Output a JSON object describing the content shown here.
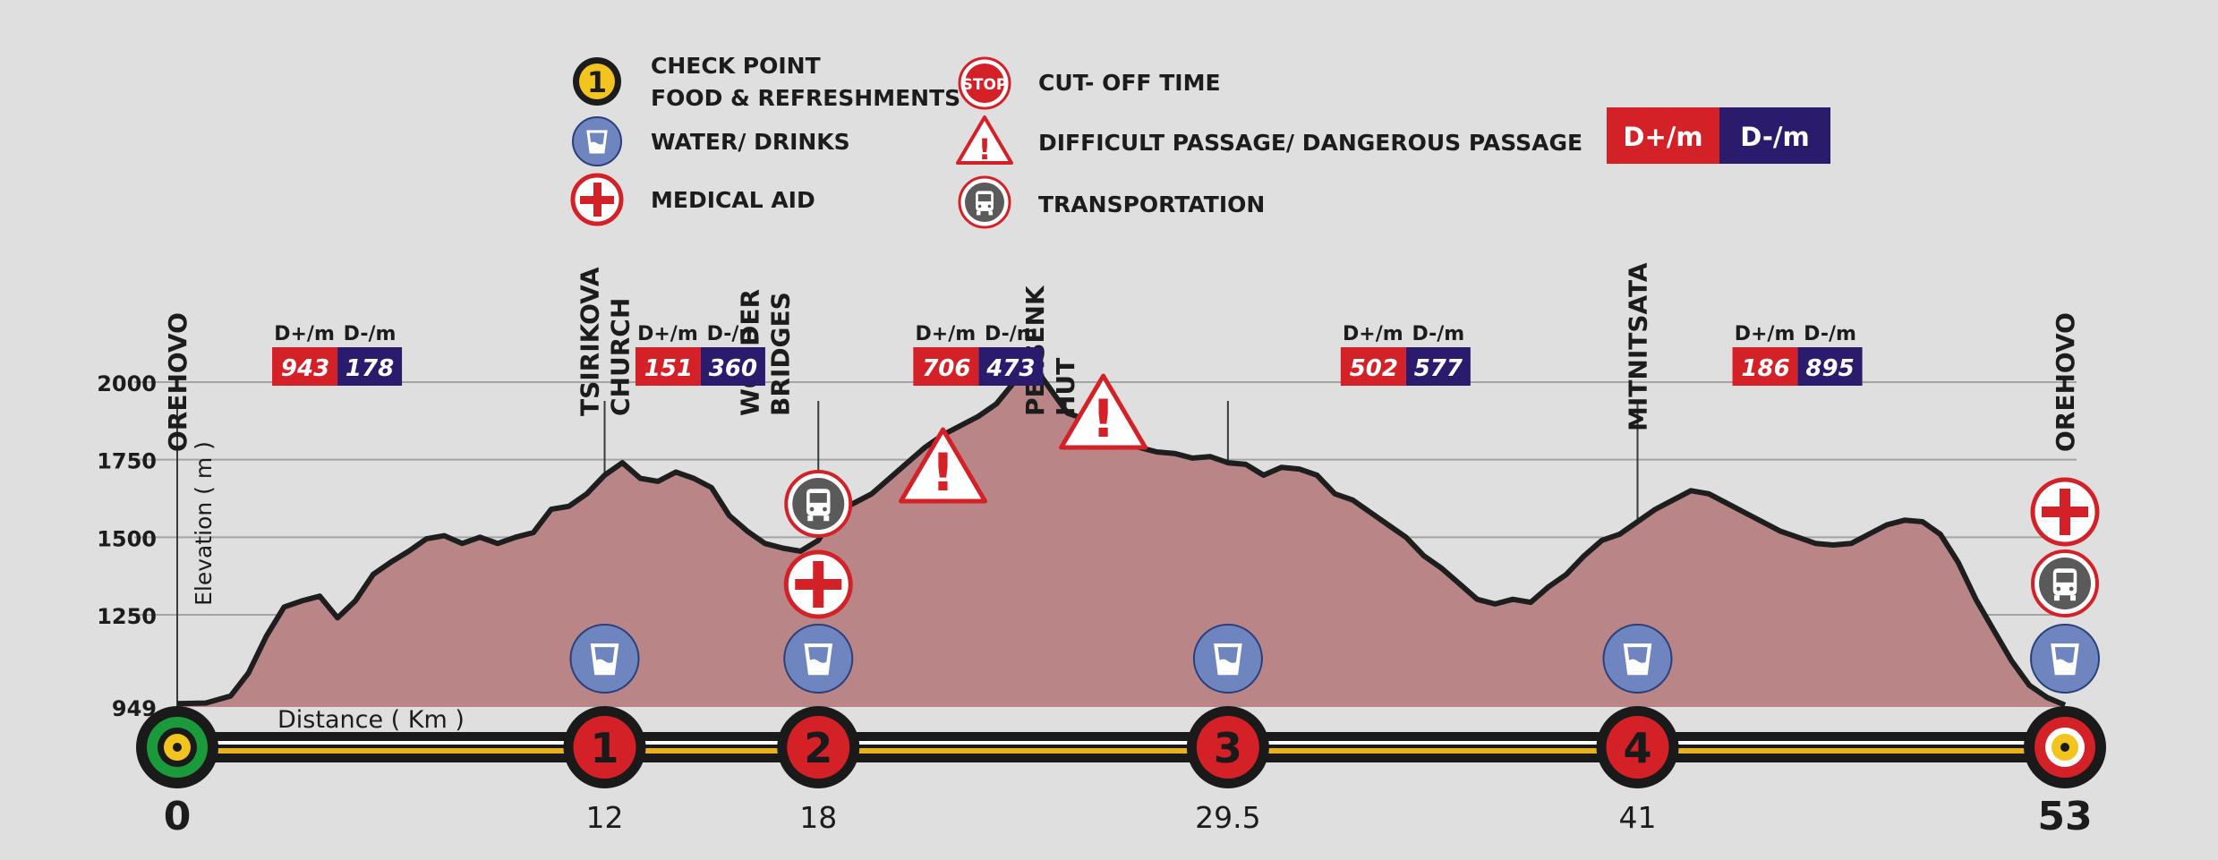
{
  "legend": {
    "items": [
      {
        "icon": "checkpoint-icon",
        "glyph": "1",
        "lines": [
          "CHECK POINT",
          "FOOD & REFRESHMENTS"
        ]
      },
      {
        "icon": "water-cup-icon",
        "lines": [
          "WATER/ DRINKS"
        ]
      },
      {
        "icon": "medical-cross-icon",
        "lines": [
          "MEDICAL AID"
        ]
      },
      {
        "icon": "stop-sign-icon",
        "glyph": "STOP",
        "lines": [
          "CUT- OFF TIME"
        ]
      },
      {
        "icon": "warning-triangle-icon",
        "glyph": "!",
        "lines": [
          "DIFFICULT PASSAGE/ DANGEROUS PASSAGE"
        ]
      },
      {
        "icon": "bus-icon",
        "lines": [
          "TRANSPORTATION"
        ]
      }
    ],
    "dplus_label": "D+/m",
    "dminus_label": "D-/m"
  },
  "colors": {
    "background": "#dfdfdf",
    "fill": "#b98587",
    "profile_line": "#1e1e1e",
    "dplus": "#d42027",
    "dminus": "#2a1b6c",
    "water": "#6f85bf",
    "checkpoint_yellow": "#f2c41d",
    "start_green": "#1a9a3a",
    "track_yellow": "#e9b21c",
    "grid": "#a4a4a4"
  },
  "chart_data": {
    "type": "area",
    "title": "",
    "xlabel": "Distance ( Km )",
    "ylabel": "Elevation ( m )",
    "xlim": [
      0,
      53
    ],
    "ylim": [
      949,
      2150
    ],
    "y_ticks": [
      949,
      1250,
      1500,
      1750,
      2000
    ],
    "grid": true,
    "x": [
      0,
      0.8,
      1.5,
      2.0,
      2.5,
      3.0,
      3.5,
      4.0,
      4.5,
      5.0,
      5.5,
      6.0,
      6.5,
      7.0,
      7.5,
      8.0,
      8.5,
      9.0,
      9.5,
      10.0,
      10.5,
      11.0,
      11.5,
      12.0,
      12.5,
      13.0,
      13.5,
      14.0,
      14.5,
      15.0,
      15.5,
      16.0,
      16.5,
      17.0,
      17.5,
      18.0,
      18.5,
      19.0,
      19.5,
      20.0,
      20.5,
      21.0,
      21.5,
      22.0,
      22.5,
      23.0,
      23.5,
      24.0,
      24.5,
      25.0,
      25.5,
      26.0,
      26.5,
      27.0,
      27.5,
      28.0,
      28.5,
      29.0,
      29.5,
      30.0,
      30.5,
      31.0,
      31.5,
      32.0,
      32.5,
      33.0,
      33.5,
      34.0,
      34.5,
      35.0,
      35.5,
      36.0,
      36.5,
      37.0,
      37.5,
      38.0,
      38.5,
      39.0,
      39.5,
      40.0,
      40.5,
      41.0,
      41.5,
      42.0,
      42.5,
      43.0,
      43.5,
      44.0,
      44.5,
      45.0,
      45.5,
      46.0,
      46.5,
      47.0,
      47.5,
      48.0,
      48.5,
      49.0,
      49.5,
      50.0,
      50.5,
      51.0,
      51.5,
      52.0,
      52.5,
      53.0
    ],
    "series": [
      {
        "values": [
          960,
          962,
          985,
          1060,
          1180,
          1275,
          1295,
          1310,
          1240,
          1295,
          1380,
          1420,
          1455,
          1495,
          1505,
          1480,
          1500,
          1480,
          1500,
          1515,
          1590,
          1600,
          1640,
          1700,
          1740,
          1690,
          1680,
          1710,
          1690,
          1660,
          1570,
          1520,
          1480,
          1465,
          1455,
          1490,
          1580,
          1610,
          1640,
          1690,
          1740,
          1790,
          1830,
          1860,
          1890,
          1930,
          2000,
          2060,
          1980,
          1900,
          1880,
          1850,
          1810,
          1790,
          1775,
          1770,
          1755,
          1760,
          1740,
          1735,
          1700,
          1725,
          1720,
          1700,
          1640,
          1620,
          1580,
          1540,
          1500,
          1440,
          1400,
          1350,
          1300,
          1285,
          1300,
          1290,
          1340,
          1380,
          1440,
          1490,
          1510,
          1550,
          1590,
          1620,
          1650,
          1640,
          1610,
          1580,
          1550,
          1520,
          1500,
          1480,
          1475,
          1480,
          1510,
          1540,
          1555,
          1550,
          1510,
          1420,
          1300,
          1200,
          1100,
          1020,
          980,
          955
        ]
      }
    ],
    "distance_markers": [
      0,
      12,
      18,
      29.5,
      41,
      53
    ],
    "locations": [
      {
        "km": 0,
        "elev": 960,
        "lines": [
          "OREHOVO"
        ]
      },
      {
        "km": 12,
        "elev": 1740,
        "lines": [
          "TSIRIKOVA",
          "CHURCH"
        ]
      },
      {
        "km": 16.5,
        "elev": 1480,
        "lines": [
          "WONDER",
          "BRIDGES"
        ]
      },
      {
        "km": 24.5,
        "elev": 1980,
        "lines": [
          "PERSENK",
          "HUT"
        ]
      },
      {
        "km": 41,
        "elev": 1650,
        "lines": [
          "MITNITSATA"
        ]
      },
      {
        "km": 53,
        "elev": 955,
        "lines": [
          "OREHOVO"
        ]
      }
    ],
    "checkpoints": [
      {
        "km": 0,
        "label": "",
        "kind": "start"
      },
      {
        "km": 12,
        "label": "1",
        "kind": "cp"
      },
      {
        "km": 18,
        "label": "2",
        "kind": "cp"
      },
      {
        "km": 29.5,
        "label": "3",
        "kind": "cp"
      },
      {
        "km": 41,
        "label": "4",
        "kind": "cp"
      },
      {
        "km": 53,
        "label": "",
        "kind": "finish"
      }
    ],
    "water_points_km": [
      12,
      18,
      29.5,
      41,
      53
    ],
    "medical_points_km": [
      18,
      53
    ],
    "transport_points_km": [
      18,
      53
    ],
    "danger_points_km": [
      21.5,
      26
    ],
    "segments": [
      {
        "km": 4.5,
        "dplus": "943",
        "dminus": "178"
      },
      {
        "km": 14.7,
        "dplus": "151",
        "dminus": "360"
      },
      {
        "km": 22.5,
        "dplus": "706",
        "dminus": "473"
      },
      {
        "km": 34.5,
        "dplus": "502",
        "dminus": "577"
      },
      {
        "km": 45.5,
        "dplus": "186",
        "dminus": "895"
      }
    ]
  }
}
